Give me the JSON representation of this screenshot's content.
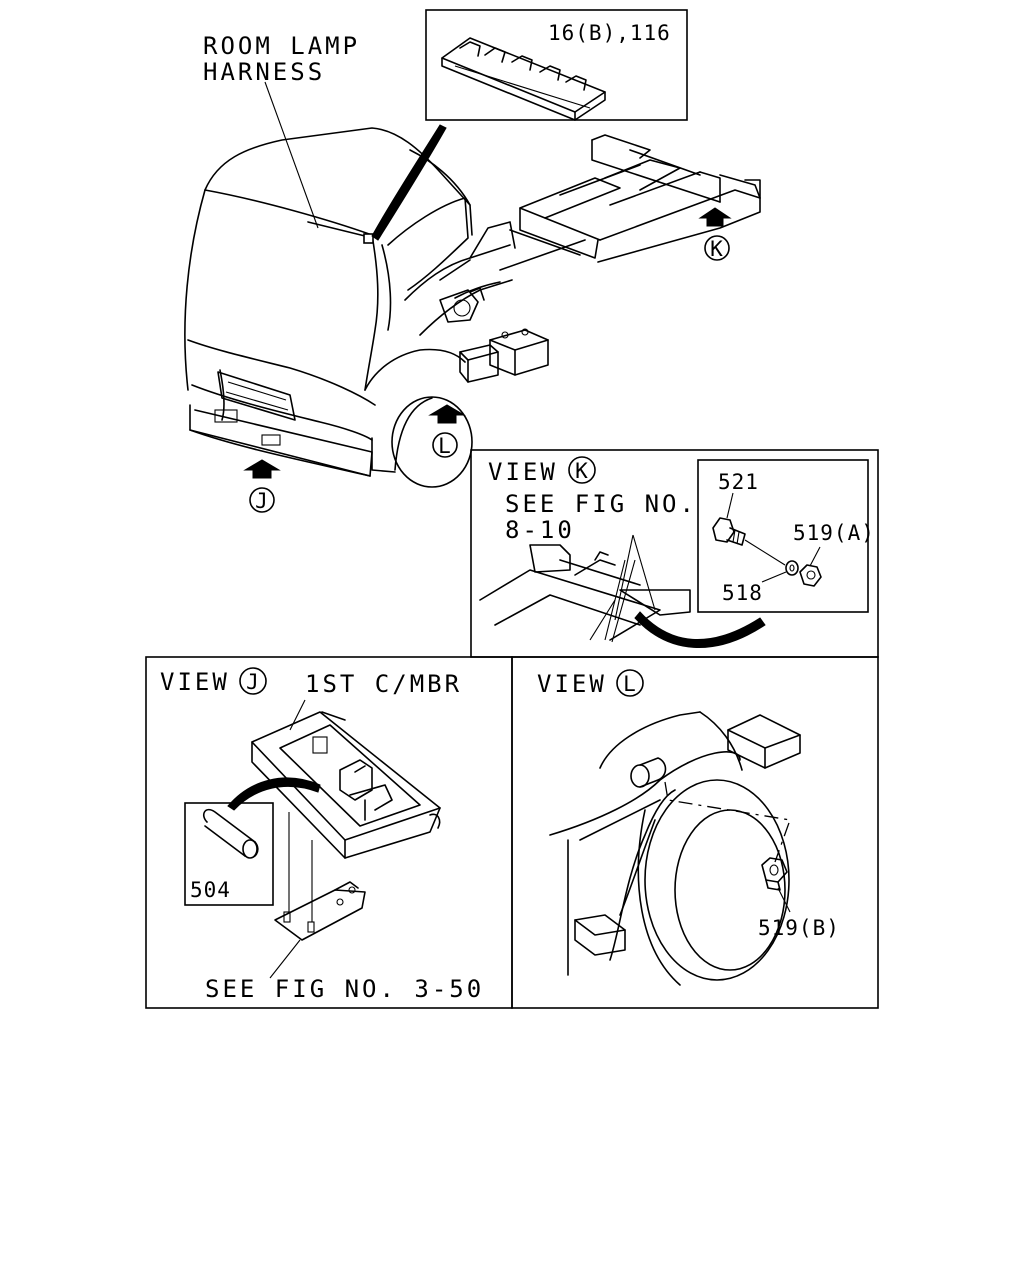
{
  "labels": {
    "room_lamp_line1": "ROOM LAMP",
    "room_lamp_line2": "HARNESS",
    "part_16b_116": "16(B),116",
    "view_k_word": "VIEW",
    "view_k_letter": "K",
    "see_fig_line1": "SEE FIG NO.",
    "see_fig_line2": "8-10",
    "part_521": "521",
    "part_519a": "519(A)",
    "part_518": "518",
    "view_j_word": "VIEW",
    "view_j_letter": "J",
    "first_cmbr": "1ST C/MBR",
    "part_504": "504",
    "see_fig_3_50": "SEE FIG NO. 3-50",
    "view_l_word": "VIEW",
    "view_l_letter": "L",
    "part_519b": "519(B)",
    "arrow_k": "K",
    "arrow_j": "J",
    "arrow_l": "L"
  }
}
